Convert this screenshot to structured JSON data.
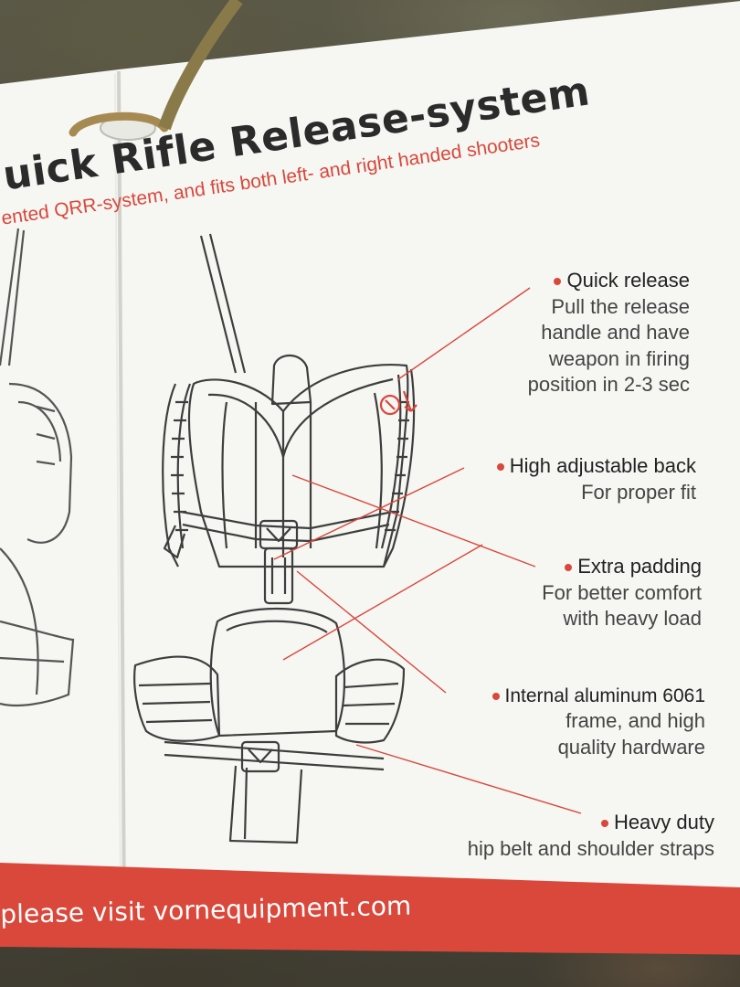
{
  "title": "uick Rifle Release-system",
  "subtitle": "ented QRR-system, and fits both left- and right handed shooters",
  "features": [
    {
      "heading": "Quick release",
      "body": "Pull the release\nhandle and have\nweapon in firing\nposition in 2-3 sec"
    },
    {
      "heading": "High adjustable back",
      "body": "For proper fit"
    },
    {
      "heading": "Extra padding",
      "body": "For better comfort\nwith heavy load"
    },
    {
      "heading": "Internal aluminum 6061",
      "body": "frame, and high\nquality hardware"
    },
    {
      "heading": "Heavy duty",
      "body": "hip belt and shoulder straps"
    }
  ],
  "footer_text": "please visit vornequipment.com",
  "colors": {
    "accent_red": "#d9483b",
    "card_white": "#f7f7f5",
    "ink": "#2b2b2b"
  }
}
